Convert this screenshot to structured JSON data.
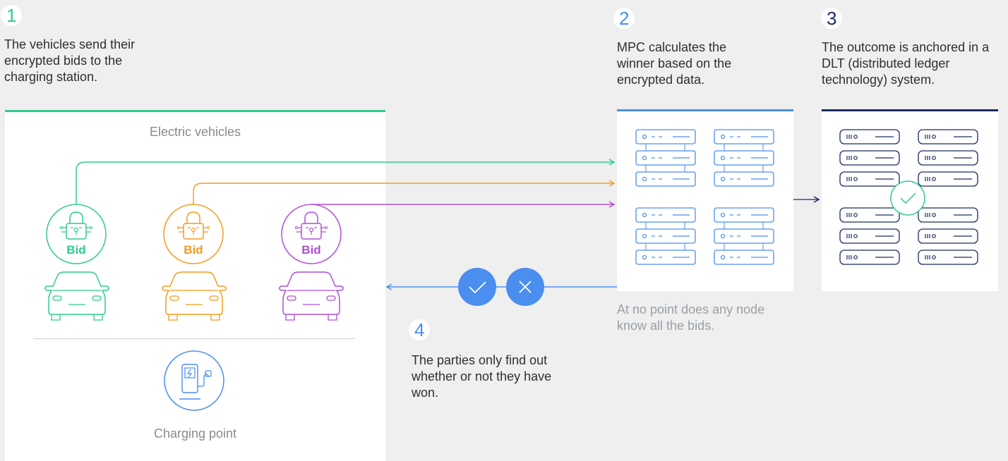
{
  "steps": [
    {
      "number": "1",
      "text": "The vehicles send their encrypted bids to the charging station.",
      "color": "#2ecc8a"
    },
    {
      "number": "2",
      "text": "MPC calculates the winner based on the encrypted data.",
      "color": "#4a8ef0"
    },
    {
      "number": "3",
      "text": "The outcome is anchored in a DLT (distributed ledger technology) system.",
      "color": "#1b2a5e"
    },
    {
      "number": "4",
      "text": "The parties only find out whether or not they have won.",
      "color": "#4a8ef0"
    }
  ],
  "vehicles_panel": {
    "title": "Electric vehicles",
    "bottom_caption": "Charging point",
    "bids": [
      {
        "label": "Bid",
        "color": "#2ecc8a"
      },
      {
        "label": "Bid",
        "color": "#f39c1f"
      },
      {
        "label": "Bid",
        "color": "#b04fd6"
      }
    ]
  },
  "mpc_note": "At no point does any node know all the bids.",
  "colors": {
    "green": "#2ecc8a",
    "orange": "#f39c1f",
    "purple": "#b04fd6",
    "blue": "#4a8ef0",
    "navy": "#1b2a5e",
    "background": "#efefef"
  },
  "icons": [
    "lock-icon",
    "car-icon",
    "charging-station-icon",
    "server-icon",
    "check-icon",
    "cross-icon",
    "arrow-icon"
  ]
}
